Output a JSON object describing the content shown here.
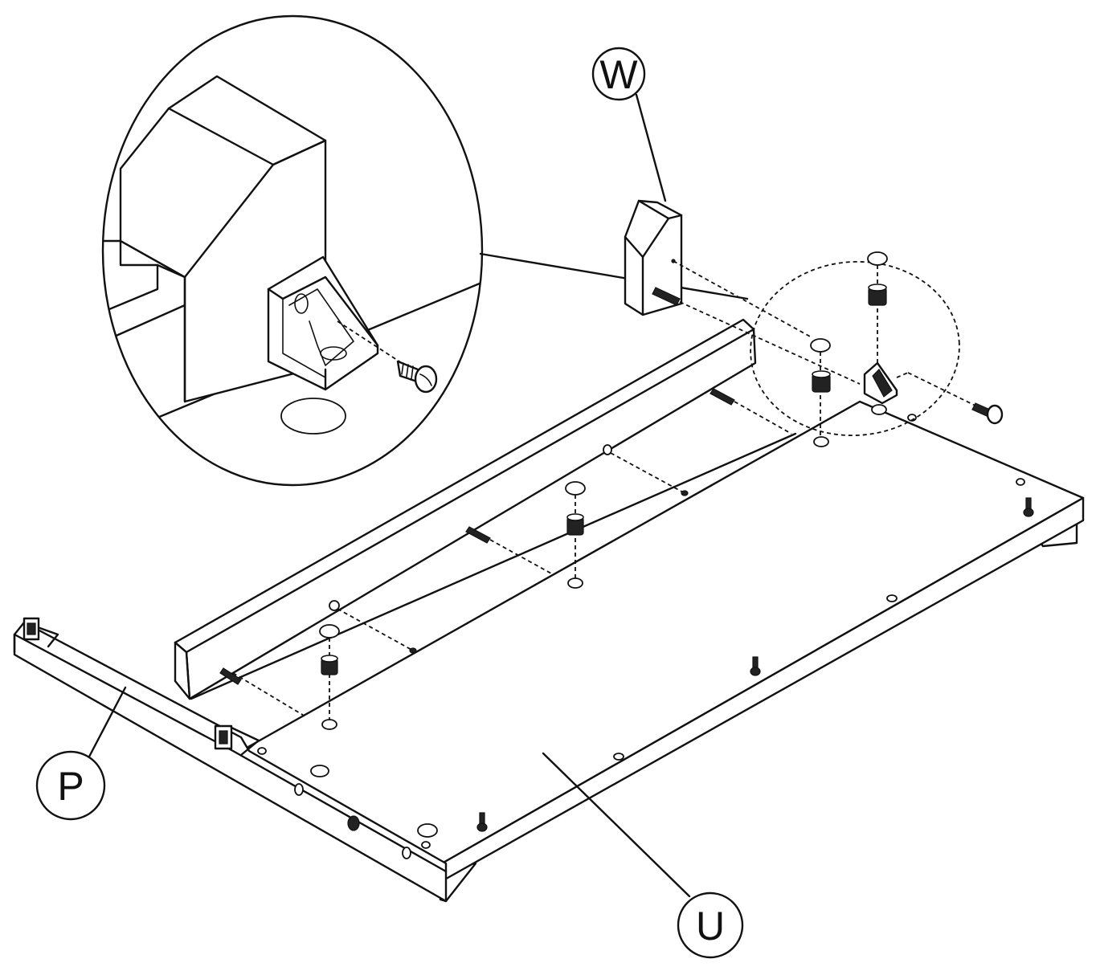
{
  "labels": {
    "w": "W",
    "p": "P",
    "u": "U"
  },
  "icons": {
    "screw": "cam-bolt-icon",
    "cam_lock": "cam-lock-icon",
    "bracket": "corner-bracket-icon",
    "dowel": "dowel-icon"
  }
}
